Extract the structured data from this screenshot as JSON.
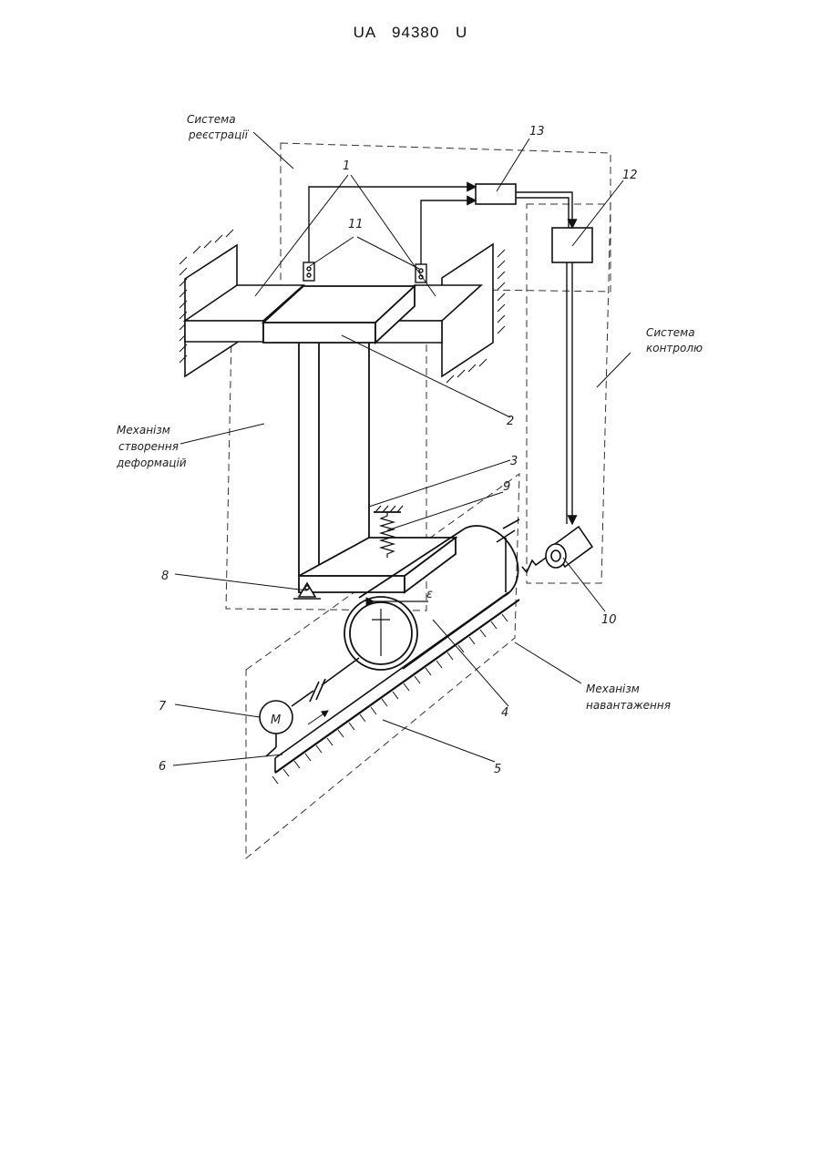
{
  "header": {
    "text": "UA 94380 U"
  },
  "diagram": {
    "systems": {
      "registration": [
        "Система",
        "реєстрації"
      ],
      "control": [
        "Система",
        "контролю"
      ],
      "deformation": [
        "Механізм",
        "створення",
        "деформацій"
      ],
      "loading": [
        "Механізм",
        "навантаження"
      ]
    },
    "numbers": {
      "n1": "1",
      "n2": "2",
      "n3": "3",
      "n4": "4",
      "n5": "5",
      "n6": "6",
      "n7": "7",
      "n8": "8",
      "n9": "9",
      "n10": "10",
      "n11": "11",
      "n12": "12",
      "n13": "13"
    },
    "motor_symbol": "M",
    "epsilon_symbol": "ε"
  }
}
